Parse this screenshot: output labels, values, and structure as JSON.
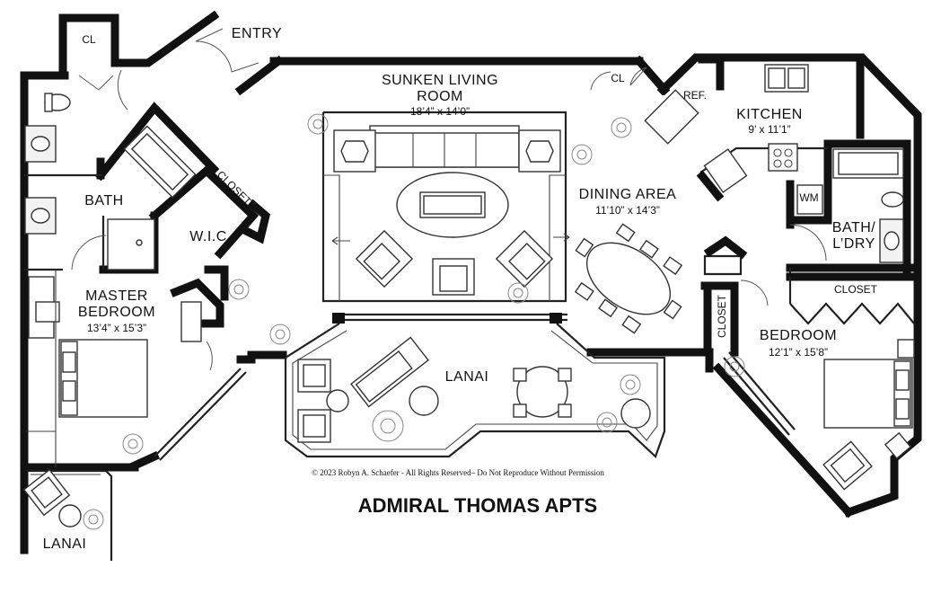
{
  "rooms": {
    "entry": {
      "name": "ENTRY"
    },
    "living": {
      "name_line1": "SUNKEN LIVING",
      "name_line2": "ROOM",
      "dims": "18’4” x 14’0”"
    },
    "closet_cl_top": {
      "name": "CL"
    },
    "closet_cl_right": {
      "name": "CL"
    },
    "ref": {
      "name": "REF."
    },
    "kitchen": {
      "name": "KITCHEN",
      "dims": "9’ x 11’1”"
    },
    "bath": {
      "name": "BATH"
    },
    "closet_master": {
      "name": "CLOSET"
    },
    "wic": {
      "name": "W.I.C"
    },
    "dining": {
      "name": "DINING AREA",
      "dims": "11’10” x 14’3”"
    },
    "wm": {
      "name": "WM"
    },
    "bath_ldry": {
      "name_line1": "BATH/",
      "name_line2": "L’DRY"
    },
    "master": {
      "name_line1": "MASTER",
      "name_line2": "BEDROOM",
      "dims": "13’4” x 15’3”"
    },
    "closet_bed": {
      "name": "CLOSET"
    },
    "closet_vertical": {
      "name": "CLOSET"
    },
    "bedroom": {
      "name": "BEDROOM",
      "dims": "12’1” x 15’8”"
    },
    "lanai_main": {
      "name": "LANAI"
    },
    "lanai_small": {
      "name": "LANAI"
    }
  },
  "footer": {
    "copyright": "©  2023 Robyn A. Schaefer - All Rights Reserved– Do Not Reproduce Without Permission",
    "title": "ADMIRAL THOMAS APTS"
  }
}
